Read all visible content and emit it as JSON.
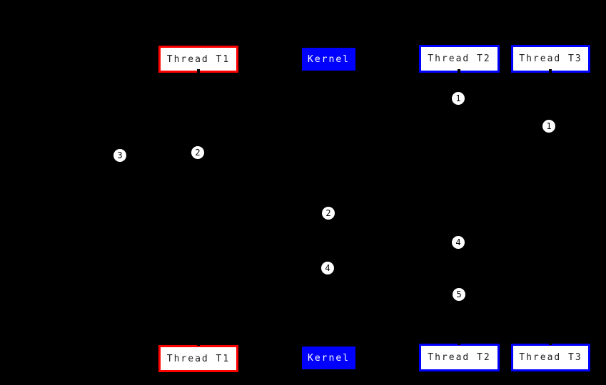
{
  "diagram": {
    "type": "sequence-diagram",
    "background_color": "#000000",
    "lanes": [
      {
        "id": "thread-t1",
        "label": "Thread T1",
        "style": "red-border",
        "border_color": "#ff0000",
        "fill_color": "#ffffff",
        "text_color": "#1f1f1f"
      },
      {
        "id": "kernel",
        "label": "Kernel",
        "style": "blue-fill",
        "border_color": "#0000ff",
        "fill_color": "#0000ff",
        "text_color": "#ffffff"
      },
      {
        "id": "thread-t2",
        "label": "Thread T2",
        "style": "blue-border",
        "border_color": "#0000ff",
        "fill_color": "#ffffff",
        "text_color": "#1f1f1f"
      },
      {
        "id": "thread-t3",
        "label": "Thread T3",
        "style": "blue-border",
        "border_color": "#0000ff",
        "fill_color": "#ffffff",
        "text_color": "#1f1f1f"
      }
    ],
    "markers": [
      {
        "label": "1",
        "near_lane": "thread-t2"
      },
      {
        "label": "1",
        "near_lane": "thread-t3"
      },
      {
        "label": "3",
        "near_lane": "left-of-thread-t1"
      },
      {
        "label": "2",
        "near_lane": "thread-t1"
      },
      {
        "label": "2",
        "near_lane": "kernel"
      },
      {
        "label": "4",
        "near_lane": "thread-t2"
      },
      {
        "label": "4",
        "near_lane": "kernel"
      },
      {
        "label": "5",
        "near_lane": "thread-t2"
      }
    ],
    "colors": {
      "red_accent": "#ff0000",
      "blue_accent": "#0000ff",
      "box_fill": "#ffffff",
      "marker_fill": "#ffffff",
      "marker_text": "#000000"
    }
  }
}
